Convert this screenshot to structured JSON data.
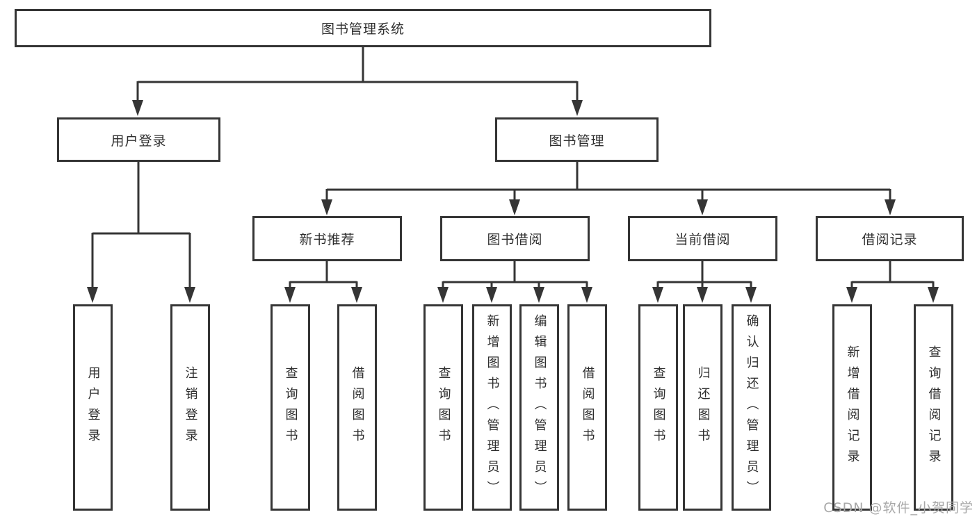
{
  "diagram": {
    "root": {
      "label": "图书管理系统"
    },
    "level2": [
      {
        "id": "user-login",
        "label": "用户登录"
      },
      {
        "id": "book-management",
        "label": "图书管理"
      }
    ],
    "level3": [
      {
        "id": "new-book-recommend",
        "label": "新书推荐",
        "parent": "图书管理"
      },
      {
        "id": "book-borrow",
        "label": "图书借阅",
        "parent": "图书管理"
      },
      {
        "id": "current-borrow",
        "label": "当前借阅",
        "parent": "图书管理"
      },
      {
        "id": "borrow-records",
        "label": "借阅记录",
        "parent": "图书管理"
      }
    ],
    "leaves": [
      {
        "id": "login",
        "label": "用户登录",
        "parent": "用户登录"
      },
      {
        "id": "logout",
        "label": "注销登录",
        "parent": "用户登录"
      },
      {
        "id": "nbr-query-books",
        "label": "查询图书",
        "parent": "新书推荐"
      },
      {
        "id": "nbr-borrow-book",
        "label": "借阅图书",
        "parent": "新书推荐"
      },
      {
        "id": "bb-query-books",
        "label": "查询图书",
        "parent": "图书借阅"
      },
      {
        "id": "bb-add-book-admin",
        "label": "新增图书（管理员）",
        "parent": "图书借阅"
      },
      {
        "id": "bb-edit-book-admin",
        "label": "编辑图书（管理员）",
        "parent": "图书借阅"
      },
      {
        "id": "bb-borrow-book",
        "label": "借阅图书",
        "parent": "图书借阅"
      },
      {
        "id": "cb-query-books",
        "label": "查询图书",
        "parent": "当前借阅"
      },
      {
        "id": "cb-return-book",
        "label": "归还图书",
        "parent": "当前借阅"
      },
      {
        "id": "cb-confirm-return-admin",
        "label": "确认归还（管理员）",
        "parent": "当前借阅"
      },
      {
        "id": "br-add-record",
        "label": "新增借阅记录",
        "parent": "借阅记录"
      },
      {
        "id": "br-query-record",
        "label": "查询借阅记录",
        "parent": "借阅记录"
      }
    ],
    "watermark": "CSDN @软件_小贺同学",
    "colors": {
      "line": "#353535",
      "border": "#353535",
      "text": "#2e2e2e",
      "watermark": "#a8a8a8",
      "background": "#ffffff"
    }
  }
}
